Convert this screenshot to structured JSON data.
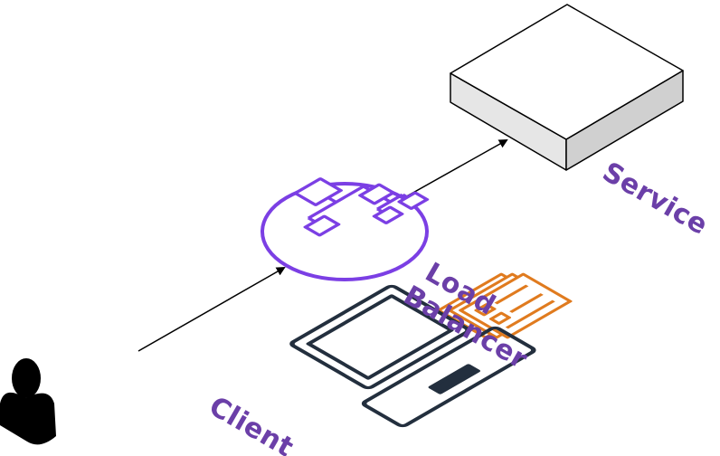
{
  "colors": {
    "label": "#6b3fa8",
    "load_balancer": "#7b3fe4",
    "service_icon": "#e07b1f",
    "device_stroke": "#232f3e",
    "connector": "#000000",
    "box_top": "#ffffff",
    "box_left": "#e6e6e6",
    "box_right": "#d0d0d0"
  },
  "nodes": {
    "client": {
      "label": "Client",
      "icons": [
        "user-icon",
        "laptop-icon"
      ]
    },
    "load_balancer": {
      "label_line1": "Load",
      "label_line2": "Balancer",
      "icon": "load-balancer-icon"
    },
    "service": {
      "label": "Service",
      "icon": "service-stack-icon"
    }
  },
  "edges": [
    {
      "from": "client",
      "to": "load_balancer"
    },
    {
      "from": "load_balancer",
      "to": "service"
    }
  ]
}
